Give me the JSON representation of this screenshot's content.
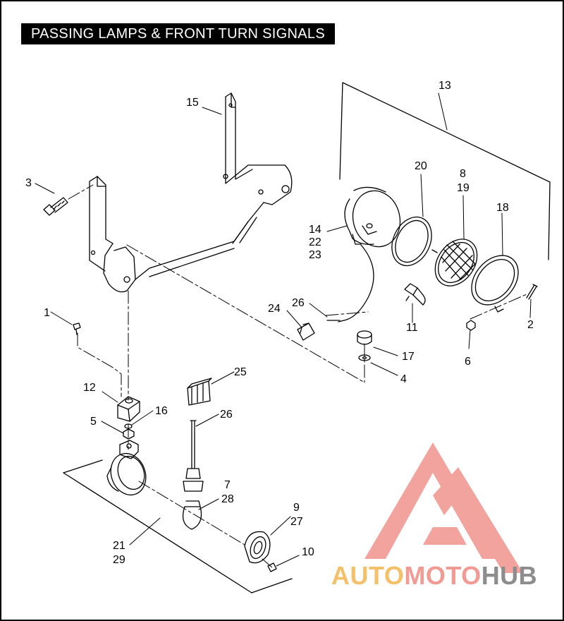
{
  "title": "PASSING LAMPS & FRONT TURN SIGNALS",
  "callouts": [
    {
      "id": "c1",
      "lines": [
        "1"
      ]
    },
    {
      "id": "c2",
      "lines": [
        "2"
      ]
    },
    {
      "id": "c3",
      "lines": [
        "3"
      ]
    },
    {
      "id": "c4",
      "lines": [
        "4"
      ]
    },
    {
      "id": "c5",
      "lines": [
        "5"
      ]
    },
    {
      "id": "c6",
      "lines": [
        "6"
      ]
    },
    {
      "id": "c7",
      "lines": [
        "7",
        "28"
      ]
    },
    {
      "id": "c8",
      "lines": [
        "8",
        "19"
      ]
    },
    {
      "id": "c9",
      "lines": [
        "9",
        "27"
      ]
    },
    {
      "id": "c10",
      "lines": [
        "10"
      ]
    },
    {
      "id": "c11",
      "lines": [
        "11"
      ]
    },
    {
      "id": "c12",
      "lines": [
        "12"
      ]
    },
    {
      "id": "c13",
      "lines": [
        "13"
      ]
    },
    {
      "id": "c14",
      "lines": [
        "14",
        "22",
        "23"
      ]
    },
    {
      "id": "c15",
      "lines": [
        "15"
      ]
    },
    {
      "id": "c16",
      "lines": [
        "16"
      ]
    },
    {
      "id": "c17",
      "lines": [
        "17"
      ]
    },
    {
      "id": "c18",
      "lines": [
        "18"
      ]
    },
    {
      "id": "c20",
      "lines": [
        "20"
      ]
    },
    {
      "id": "c21",
      "lines": [
        "21",
        "29"
      ]
    },
    {
      "id": "c24",
      "lines": [
        "24"
      ]
    },
    {
      "id": "c25",
      "lines": [
        "25"
      ]
    },
    {
      "id": "c26a",
      "lines": [
        "26"
      ]
    },
    {
      "id": "c26b",
      "lines": [
        "26"
      ]
    }
  ],
  "watermark": {
    "part1": "AUTO",
    "part2": "MOTO",
    "part3": "HUB",
    "colors": {
      "part1": "#f5c06a",
      "part2": "#f29a94",
      "part3": "#8d8d8d",
      "logo": "#f29a94"
    }
  }
}
